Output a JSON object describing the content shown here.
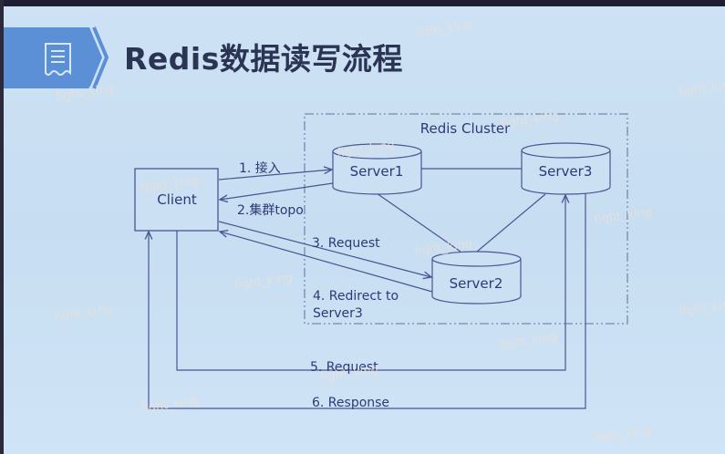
{
  "slide": {
    "title": "Redis数据读写流程",
    "header_icon": "receipt-list-icon",
    "colors": {
      "background": "#cbe0f3",
      "banner": "#5b8fd6",
      "line": "#4a5591",
      "text": "#2d3a78",
      "title": "#2b3553"
    }
  },
  "diagram": {
    "cluster_label": "Redis Cluster",
    "nodes": {
      "client": "Client",
      "server1": "Server1",
      "server2": "Server2",
      "server3": "Server3"
    },
    "steps": [
      {
        "label": "1. 接入",
        "from": "Client",
        "to": "Server1"
      },
      {
        "label": "2.集群topo",
        "from": "Server1",
        "to": "Client"
      },
      {
        "label": "3. Request",
        "from": "Client",
        "to": "Server2"
      },
      {
        "label": "4. Redirect to",
        "label_line2": "Server3",
        "from": "Server2",
        "to": "Client"
      },
      {
        "label": "5. Request",
        "from": "Client",
        "to": "Server3"
      },
      {
        "label": "6. Response",
        "from": "Server3",
        "to": "Client"
      }
    ]
  },
  "watermark": "fight_king"
}
